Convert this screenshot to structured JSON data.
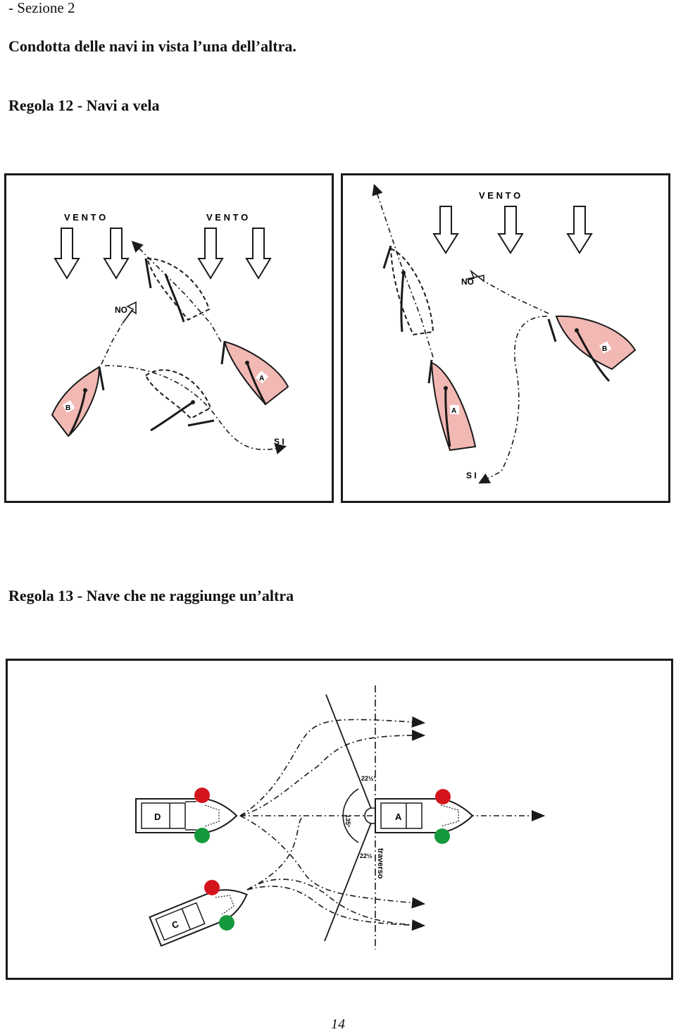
{
  "header": {
    "section": "- Sezione 2",
    "subtitle": "Condotta delle navi in vista l’una dell’altra."
  },
  "rule12": {
    "title": "Regola 12 - Navi a vela",
    "left_panel": {
      "wind_label_1": "V E N T O",
      "wind_label_2": "V E N T O",
      "no_label": "NO",
      "si_label": "S I",
      "boat_a": "A",
      "boat_b": "B"
    },
    "right_panel": {
      "wind_label": "V E N T O",
      "no_label": "NO",
      "si_label": "S I",
      "boat_a": "A",
      "boat_b": "B"
    }
  },
  "rule13": {
    "title": "Regola 13 - Nave che ne raggiunge un’altra",
    "panel": {
      "boat_a": "A",
      "boat_c": "C",
      "boat_d": "D",
      "angle_top": "22½°",
      "angle_mid": "135°",
      "angle_bottom": "22½",
      "traverso": "traverso"
    }
  },
  "footer": {
    "page_number": "14"
  },
  "colors": {
    "hull": "#f2b8b3",
    "port_light": "#d4141c",
    "starboard_light": "#149a3c",
    "ink": "#1a1a1a"
  }
}
